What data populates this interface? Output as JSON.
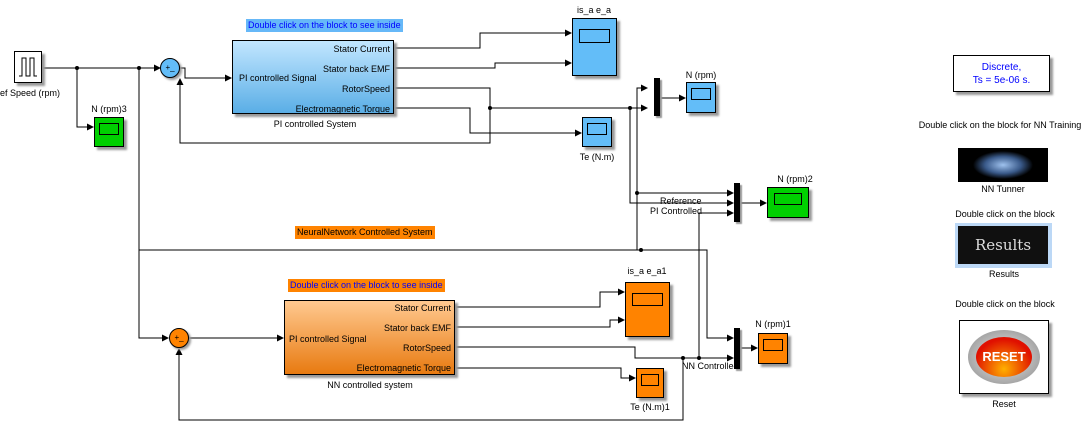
{
  "source": {
    "label": "ef Speed (rpm)",
    "icon": "pulse-generator-icon"
  },
  "top": {
    "annotation": "Double click on the block to see inside",
    "block": {
      "label": "PI controlled System",
      "input": "PI controlled Signal",
      "outputs": [
        "Stator Current",
        "Stator back EMF",
        "RotorSpeed",
        "Electromagnetic Torque"
      ]
    },
    "sum_signs": "+_",
    "scopes": {
      "ref": "N (rpm)3",
      "is": "is_a e_a",
      "n": "N (rpm)",
      "te": "Te (N.m)",
      "cmp": "N (rpm)2"
    },
    "mux_labels": {
      "reference": "Reference",
      "pi": "PI Controlled"
    }
  },
  "bottom": {
    "title": "NeuralNetwork Controlled System",
    "annotation": "Double click on the block to see inside",
    "block": {
      "label": "NN controlled system",
      "input": "PI controlled Signal",
      "outputs": [
        "Stator Current",
        "Stator back EMF",
        "RotorSpeed",
        "Electromagnetic Torque"
      ]
    },
    "sum_signs": "+_",
    "scopes": {
      "is": "is_a e_a1",
      "n": "N (rpm)1",
      "te": "Te (N.m)1"
    },
    "mux_label": "NN Controlled"
  },
  "right": {
    "powergui": {
      "line1": "Discrete,",
      "line2": "Ts = 5e-06 s."
    },
    "nn_hint": "Double click on the block for NN Training",
    "nn_label": "NN Tunner",
    "results_hint": "Double click on the block",
    "results_image_text": "Results",
    "results_label": "Results",
    "reset_hint": "Double click on the block",
    "reset_button_text": "RESET",
    "reset_label": "Reset"
  },
  "colors": {
    "pi_system": "#63bdf8",
    "nn_system": "#ff8300",
    "reference_scope": "#00d000",
    "annotation_blue_bg": "#66b8f8",
    "annotation_text": "#0000ff"
  }
}
